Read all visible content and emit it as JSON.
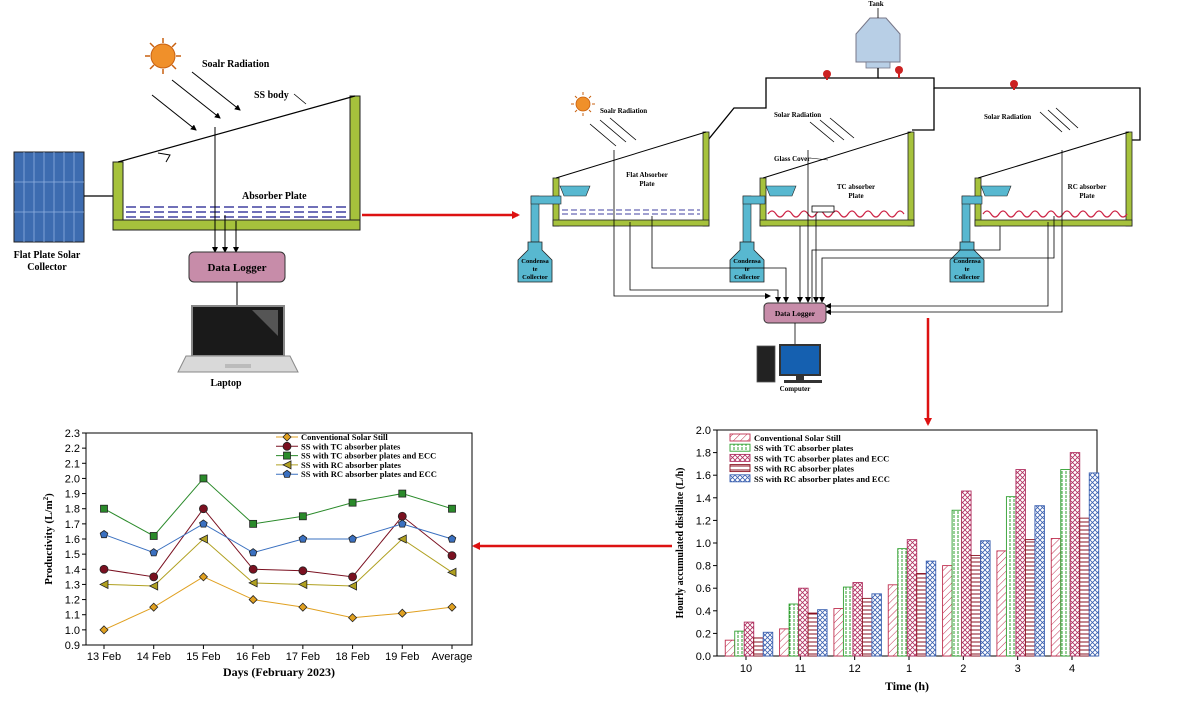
{
  "colors": {
    "wall": "#a6c23c",
    "pipe": "#58b8d0",
    "logger": "#c78ca9",
    "arrow": "#dd1111",
    "water": "#4040a0",
    "sun": "#f0902a",
    "panel": "#3d6cb0",
    "valve": "#cc2222"
  },
  "left_diagram": {
    "panel_label": "Flat Plate Solar Collector",
    "radiation_label": "Soalr Radiation",
    "body_label": "SS body",
    "absorber_label": "Absorber Plate",
    "logger_label": "Data Logger",
    "laptop_label": "Laptop"
  },
  "right_diagram": {
    "tank_label": "Tank",
    "radiation1": "Soalr Radiation",
    "radiation2": "Solar Radiation",
    "radiation3": "Solar Radiation",
    "glass_cover": "Glass Cover",
    "still1_label": "Flat Absorber Plate",
    "still2_label": "TC absorber Plate",
    "still3_label": "RC absorber Plate",
    "condensate": "Condensate Collector",
    "logger_label": "Data Logger",
    "computer_label": "Computer"
  },
  "chart_data": [
    {
      "type": "line",
      "xlabel": "Days (February 2023)",
      "ylabel": "Productivity (L/m2)",
      "categories": [
        "13 Feb",
        "14 Feb",
        "15 Feb",
        "16 Feb",
        "17 Feb",
        "18 Feb",
        "19 Feb",
        "Average"
      ],
      "ylim": [
        0.9,
        2.3
      ],
      "yticks": [
        "0.9",
        "1.0",
        "1.1",
        "1.2",
        "1.3",
        "1.4",
        "1.5",
        "1.6",
        "1.7",
        "1.8",
        "1.9",
        "2.0",
        "2.1",
        "2.2",
        "2.3"
      ],
      "legend_position": "top",
      "series": [
        {
          "name": "Conventional Solar Still",
          "color": "#e0a020",
          "marker": "diamond",
          "values": [
            1.0,
            1.15,
            1.35,
            1.2,
            1.15,
            1.08,
            1.11,
            1.15
          ]
        },
        {
          "name": "SS with TC absorber plates",
          "color": "#7a1020",
          "marker": "circle",
          "values": [
            1.4,
            1.35,
            1.8,
            1.4,
            1.39,
            1.35,
            1.75,
            1.49
          ]
        },
        {
          "name": "SS with TC absorber plates and ECC",
          "color": "#2a8a2a",
          "marker": "square",
          "values": [
            1.8,
            1.62,
            2.0,
            1.7,
            1.75,
            1.84,
            1.9,
            1.8
          ]
        },
        {
          "name": "SS with RC absorber plates",
          "color": "#b0a020",
          "marker": "triangle-left",
          "values": [
            1.3,
            1.29,
            1.6,
            1.31,
            1.3,
            1.29,
            1.6,
            1.38
          ]
        },
        {
          "name": "SS with RC absorber plates and ECC",
          "color": "#3a70c0",
          "marker": "pentagon",
          "values": [
            1.63,
            1.51,
            1.7,
            1.51,
            1.6,
            1.6,
            1.7,
            1.6
          ]
        }
      ]
    },
    {
      "type": "bar",
      "xlabel": "Time (h)",
      "ylabel": "Hourly accumulated distillate (L/h)",
      "categories": [
        "10",
        "11",
        "12",
        "1",
        "2",
        "3",
        "4"
      ],
      "ylim": [
        0.0,
        2.0
      ],
      "yticks": [
        "0.0",
        "0.2",
        "0.4",
        "0.6",
        "0.8",
        "1.0",
        "1.2",
        "1.4",
        "1.6",
        "1.8",
        "2.0"
      ],
      "legend_position": "top-left",
      "series": [
        {
          "name": "Conventional Solar Still",
          "color": "#c03050",
          "pattern": "diag-right",
          "values": [
            0.14,
            0.24,
            0.42,
            0.63,
            0.8,
            0.93,
            1.04
          ]
        },
        {
          "name": "SS with TC absorber plates",
          "color": "#30a030",
          "pattern": "vertical",
          "values": [
            0.22,
            0.46,
            0.61,
            0.95,
            1.29,
            1.41,
            1.65
          ]
        },
        {
          "name": "SS with TC absorber plates and ECC",
          "color": "#b03060",
          "pattern": "cross",
          "values": [
            0.3,
            0.6,
            0.65,
            1.03,
            1.46,
            1.65,
            1.8
          ]
        },
        {
          "name": "SS with RC absorber plates",
          "color": "#8a1020",
          "pattern": "horizontal",
          "values": [
            0.16,
            0.38,
            0.51,
            0.73,
            0.89,
            1.03,
            1.22
          ]
        },
        {
          "name": "SS with RC absorber plates and ECC",
          "color": "#3a60b0",
          "pattern": "cross",
          "values": [
            0.21,
            0.41,
            0.55,
            0.84,
            1.02,
            1.33,
            1.62
          ]
        }
      ]
    }
  ]
}
